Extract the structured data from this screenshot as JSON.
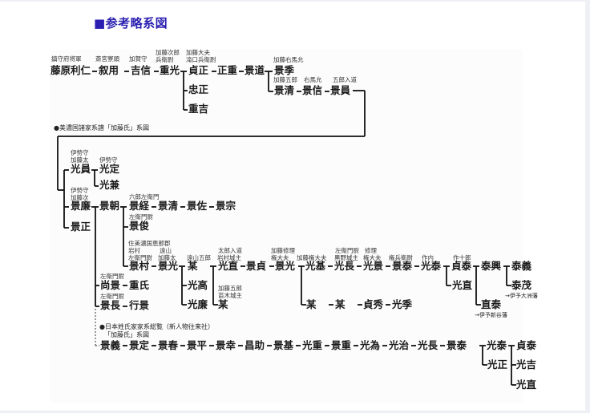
{
  "heading": "■参考略系図",
  "sources": {
    "mino": "●美濃国諸家系譜「加藤氏」系図",
    "nihon_line1": "●日本姓氏家家系総覧（新人物往来社）",
    "nihon_line2": "「加藤氏」系図"
  },
  "row1": {
    "p1": {
      "title": "鎮守府将軍",
      "name": "藤原利仁"
    },
    "p2": {
      "title": "斎宮寮頭",
      "name": "叙用"
    },
    "p3": {
      "title": "加賀守",
      "name": "吉信"
    },
    "p4": {
      "title1": "加藤次郎",
      "title2": "兵衛尉",
      "name": "重光"
    },
    "p5": {
      "title1": "加藤大夫",
      "title2": "滝口兵衛尉",
      "name": "貞正"
    },
    "p6": {
      "name": "正重"
    },
    "p7": {
      "name": "景道"
    },
    "p5b": {
      "name": "忠正"
    },
    "p5c": {
      "name": "重吉"
    },
    "p8": {
      "title": "加藤右馬允",
      "name": "景季"
    },
    "p9": {
      "title": "加藤五郎",
      "name": "景清"
    },
    "p10": {
      "title": "右馬允",
      "name": "景信"
    },
    "p11": {
      "title": "五郎入道",
      "name": "景員"
    }
  },
  "row2": {
    "mitsukazu": {
      "title1": "伊勢守",
      "title2": "加藤太",
      "name": "光員"
    },
    "mitsusada": {
      "title": "伊勢守",
      "name": "光定"
    },
    "mitsukane": {
      "name": "光兼"
    },
    "kagekado": {
      "title1": "伊勢守",
      "title2": "加藤次",
      "name": "景廉"
    },
    "kagemasa": {
      "name": "景正"
    },
    "kagetomo": {
      "name": "景朝"
    },
    "kagetsune": {
      "title": "六郎左衛門",
      "name": "景経"
    },
    "kagekiyo2": {
      "name": "景清"
    },
    "kagesuke": {
      "name": "景佐"
    },
    "kagemune": {
      "name": "景宗"
    },
    "kagetoshi": {
      "title": "左衛門尉",
      "name": "景俊"
    }
  },
  "row3": {
    "kagemura": {
      "title1": "住美濃国恵那郡",
      "title2": "岩村",
      "title3": "左衛門尉",
      "name": "景村"
    },
    "kagemitsu": {
      "title1": "遠山",
      "title2": "加藤太",
      "name": "景光"
    },
    "bo1": {
      "title": "遠山五郎",
      "name": "某"
    },
    "mitsutaka": {
      "name": "光高"
    },
    "mitsuyasu": {
      "name": "光廉"
    },
    "mitsunao": {
      "title1": "太郎入道",
      "title2": "岩村城主",
      "name": "光直"
    },
    "bo2": {
      "title1": "加藤五郎",
      "title2": "苗木城主",
      "name": "某"
    },
    "kagesada": {
      "name": "景貞"
    },
    "kagemitsu2": {
      "title1": "加藤修理",
      "title2": "権大夫",
      "name": "景光"
    },
    "mitsumoto": {
      "title": "加藤権大夫",
      "name": "光基"
    },
    "mitsunaga": {
      "title1": "左衛門尉",
      "title2": "黒野城主",
      "name": "光長"
    },
    "mitsukage": {
      "title1": "修理",
      "title2": "権大夫",
      "name": "光景"
    },
    "kageyasu": {
      "title": "権兵衛尉",
      "name": "景泰"
    },
    "mitsuyasu2": {
      "title": "作内",
      "name": "光泰"
    },
    "sadayasu": {
      "title": "作十郎",
      "name": "貞泰"
    },
    "mitsunao2": {
      "name": "光直"
    },
    "yasuoki": {
      "name": "泰興"
    },
    "yasuyoshi": {
      "name": "泰義"
    },
    "yasushige": {
      "name": "泰茂",
      "note": "→伊予大洲藩"
    },
    "naoyasu": {
      "name": "直泰",
      "note": "→伊予新谷藩"
    },
    "bo3": {
      "name": "某"
    },
    "bo4": {
      "name": "某"
    },
    "sadahide": {
      "name": "貞秀"
    },
    "mitsusue": {
      "name": "光季"
    },
    "hisakage": {
      "title": "左衛門尉",
      "name": "尚景"
    },
    "shigeuji": {
      "name": "重氏"
    },
    "kagenaga": {
      "title": "左衛門尉",
      "name": "景長"
    },
    "yukikage": {
      "name": "行景"
    }
  },
  "row4": {
    "names": [
      "景義",
      "景定",
      "景春",
      "景平",
      "景幸",
      "昌助",
      "景基",
      "光重",
      "景重",
      "光為",
      "光治",
      "光長",
      "景泰"
    ],
    "mitsuyasu": "光泰",
    "mitsumasa": "光正",
    "sadayasu": "貞泰",
    "mitsuyoshi": "光吉",
    "mitsunao": "光直"
  }
}
